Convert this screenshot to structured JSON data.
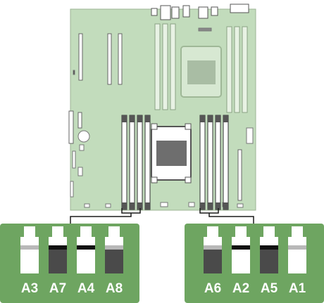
{
  "colors": {
    "board": "#c2dcbc",
    "board_edge": "#9db596",
    "panel": "#6ea561",
    "slot_light": "#ffffff",
    "slot_dark": "#4a4a4a",
    "leader_line": "#1a1a1a"
  },
  "left_bank": {
    "slots": [
      {
        "label": "A3",
        "shade": "light",
        "latch": "grey"
      },
      {
        "label": "A7",
        "shade": "dark",
        "latch": "black"
      },
      {
        "label": "A4",
        "shade": "light",
        "latch": "black"
      },
      {
        "label": "A8",
        "shade": "dark",
        "latch": "grey"
      }
    ]
  },
  "right_bank": {
    "slots": [
      {
        "label": "A6",
        "shade": "dark",
        "latch": "grey"
      },
      {
        "label": "A2",
        "shade": "light",
        "latch": "black"
      },
      {
        "label": "A5",
        "shade": "dark",
        "latch": "black"
      },
      {
        "label": "A1",
        "shade": "light",
        "latch": "grey"
      }
    ]
  }
}
